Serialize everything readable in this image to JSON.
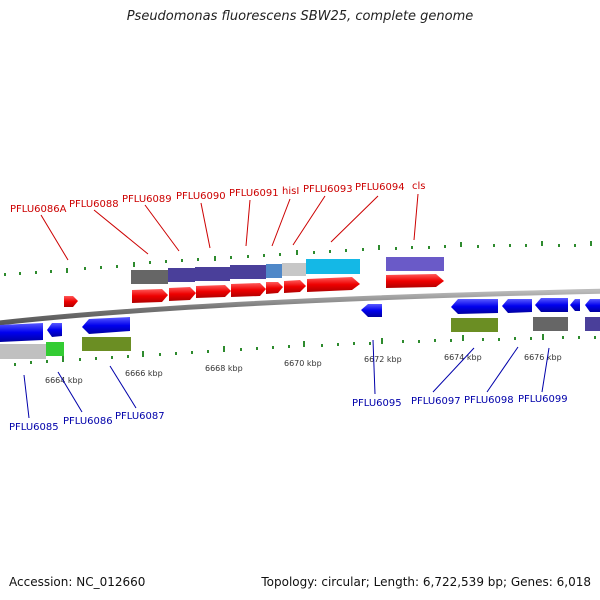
{
  "title": "Pseudomonas fluorescens SBW25, complete genome",
  "footer": {
    "accession": "Accession: NC_012660",
    "summary": "Topology: circular; Length: 6,722,539 bp; Genes: 6,018"
  },
  "colors": {
    "red_label": "#cc0000",
    "blue_label": "#0000aa",
    "forward_gene": "#ee0000",
    "reverse_gene": "#0000ee",
    "tick": "#2e8b2e",
    "backbone": "#777777"
  },
  "scale_ticks": [
    "6664 kbp",
    "6666 kbp",
    "6668 kbp",
    "6670 kbp",
    "6672 kbp",
    "6674 kbp",
    "6676 kbp"
  ],
  "top_genes": [
    "PFLU6086A",
    "PFLU6088",
    "PFLU6089",
    "PFLU6090",
    "PFLU6091",
    "hisI",
    "PFLU6093",
    "PFLU6094",
    "cls"
  ],
  "bottom_genes": [
    "PFLU6085",
    "PFLU6086",
    "PFLU6087",
    "PFLU6095",
    "PFLU6097",
    "PFLU6098",
    "PFLU6099"
  ]
}
